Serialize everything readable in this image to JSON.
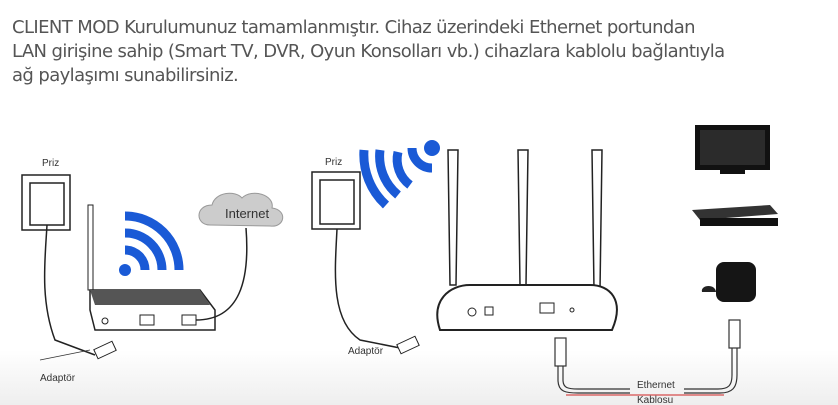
{
  "description": {
    "lines": [
      "CLIENT MOD Kurulumunuz tamamlanmıştır. Cihaz üzerindeki Ethernet portundan",
      "LAN girişine sahip (Smart TV, DVR, Oyun Konsolları vb.) cihazlara kablolu bağlantıyla",
      "ağ paylaşımı sunabilirsiniz."
    ]
  },
  "diagram": {
    "left": {
      "plug_label": "Priz",
      "cloud_label": "Internet",
      "adapter_label": "Adaptör"
    },
    "right": {
      "plug_label": "Priz",
      "adapter_label": "Adaptör",
      "cable_label_1": "Ethernet",
      "cable_label_2": "Kablosu"
    }
  },
  "colors": {
    "wifi": "#1a5ad6",
    "underline": "#e08a8a"
  }
}
